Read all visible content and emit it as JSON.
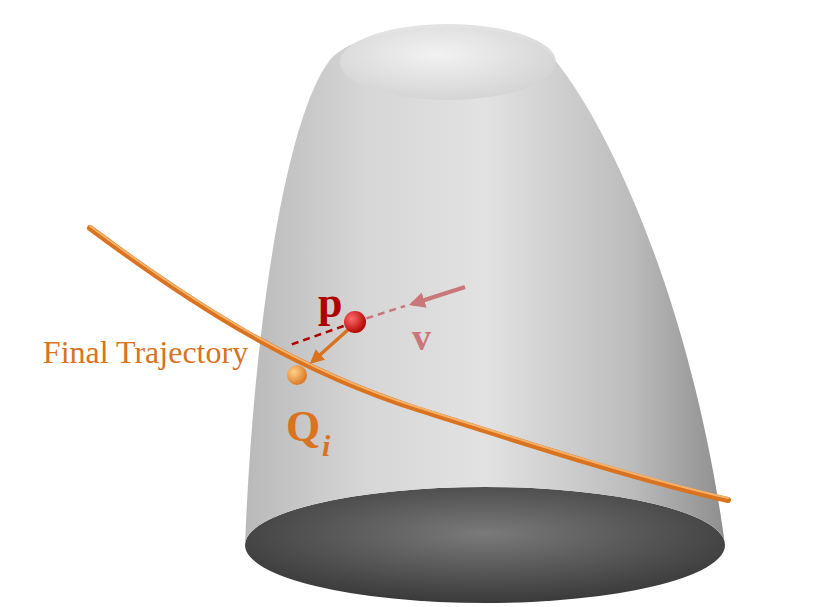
{
  "diagram": {
    "labels": [
      "p",
      "v",
      "Final Trajectory",
      "Q",
      "i"
    ]
  }
}
